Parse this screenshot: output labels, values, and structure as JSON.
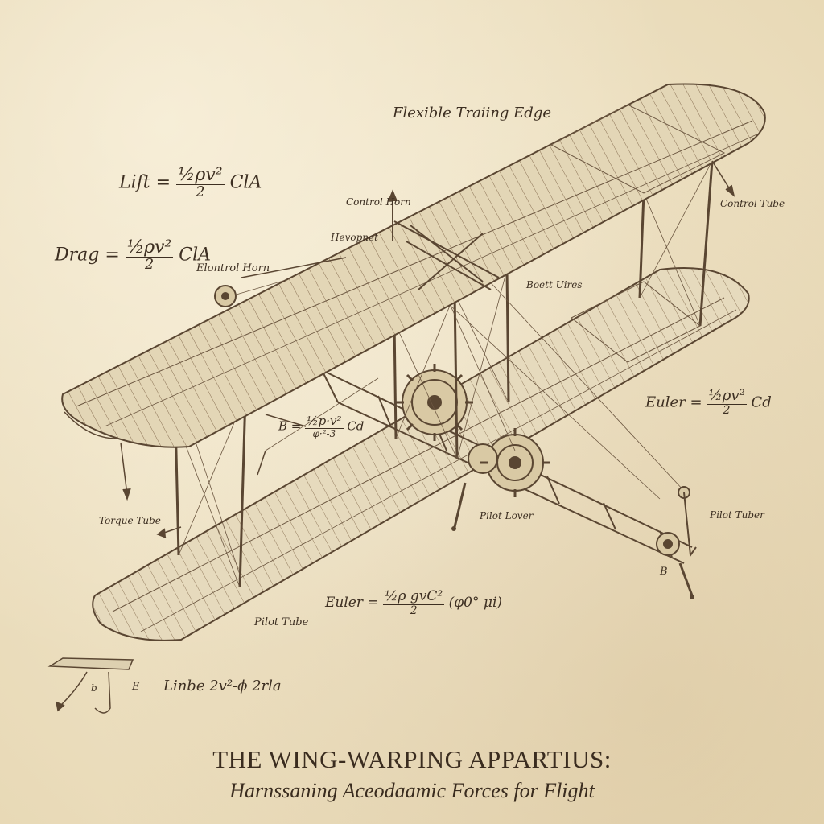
{
  "colors": {
    "paper": "#efe4c8",
    "ink": "#5a4632",
    "fabric": "#ddd0b0"
  },
  "labels": {
    "flexible_edge": "Flexible Traiing Edge",
    "control_horn_top": "Control Horn",
    "control_tube_right": "Control Tube",
    "hevopnet": "Hevopnet",
    "elontrol_horn": "Elontrol Horn",
    "boett": "Boett Uires",
    "torque_tube": "Torque Tube",
    "pilot_lever": "Pilot Lover",
    "pilot_tuber": "Pilot Tuber",
    "pilot_tube": "Pilot Tube",
    "marker_b": "B",
    "inset_b": "b",
    "inset_e": "E"
  },
  "equations": {
    "lift": {
      "lhs": "Lift =",
      "num": "½ρv²",
      "rhs": "ClA",
      "den": "2"
    },
    "drag": {
      "lhs": "Drag =",
      "num": "½ρv²",
      "rhs": "ClA",
      "den": "2"
    },
    "euler_right": {
      "lhs": "Euler =",
      "num": "½ρv²",
      "rhs": "Cd",
      "den": "2"
    },
    "b_eq": {
      "lhs": "B =",
      "num": "½p·v²",
      "rhs": "Cd",
      "den": "φ·²-3"
    },
    "euler_bottom": {
      "lhs": "Euler =",
      "num": "½ρ gvC²",
      "rhs": "(φ0° μi)",
      "den": "2"
    },
    "linbe": "Linbe 2v²-ϕ 2rla"
  },
  "title": {
    "main": "THE WING-WARPING APPARTIUS:",
    "subtitle": "Harnssaning Aceodaamic Forces for Flight"
  }
}
